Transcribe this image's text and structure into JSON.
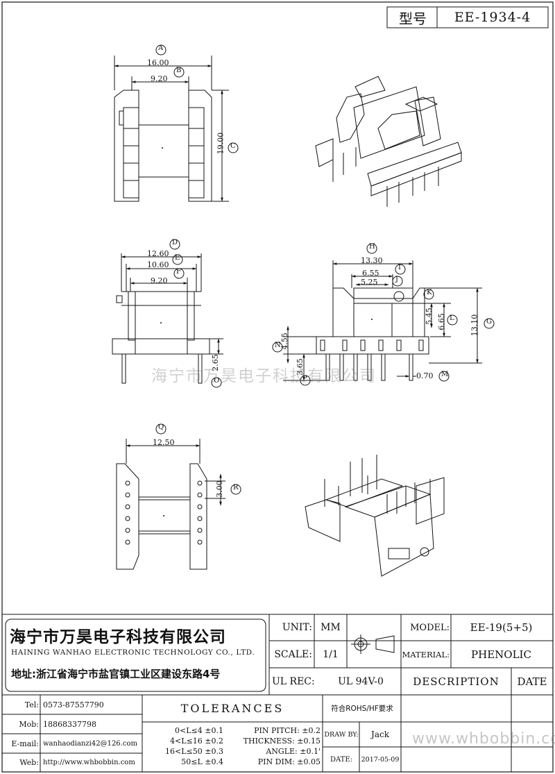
{
  "model_box": {
    "label": "型号",
    "value": "EE-1934-4"
  },
  "views": {
    "top": {
      "dims": [
        {
          "value": "16.00",
          "tag": "A"
        },
        {
          "value": "9.20",
          "tag": "B"
        },
        {
          "value": "19.00",
          "tag": "C"
        }
      ]
    },
    "front": {
      "dims": [
        {
          "value": "12.60",
          "tag": "D"
        },
        {
          "value": "10.60",
          "tag": "E"
        },
        {
          "value": "9.20",
          "tag": "F"
        },
        {
          "value": "2.65",
          "tag": "O"
        }
      ]
    },
    "side": {
      "dims": [
        {
          "value": "13.30",
          "tag": "H"
        },
        {
          "value": "6.55",
          "tag": "I"
        },
        {
          "value": "5.25",
          "tag": "J"
        },
        {
          "value": "5.45",
          "tag": "K"
        },
        {
          "value": "6.65",
          "tag": "L"
        },
        {
          "value": "13.10",
          "tag": "G"
        },
        {
          "value": "4.55",
          "tag": "N"
        },
        {
          "value": "3.65",
          "tag": "P"
        },
        {
          "value": "0.70",
          "tag": "M"
        }
      ]
    },
    "bottom": {
      "dims": [
        {
          "value": "12.50",
          "tag": "Q"
        },
        {
          "value": "3.00",
          "tag": "R"
        }
      ]
    }
  },
  "watermark_center": "海宁市万昊电子科技有限公司",
  "watermark_footer": "www.whbobbin.com",
  "company": {
    "name_cn": "海宁市万昊电子科技有限公司",
    "name_en": "HAINING WANHAO ELECTRONIC TECHNOLOGY CO., LTD.",
    "address": "地址:浙江省海宁市盐官镇工业区建设东路4号"
  },
  "contacts": [
    {
      "label": "Tel:",
      "value": "0573-87557790"
    },
    {
      "label": "Mob:",
      "value": "18868337798"
    },
    {
      "label": "E-mail:",
      "value": "wanhaodianzi42@126.com"
    },
    {
      "label": "Web:",
      "value": "http://www.whbobbin.com"
    }
  ],
  "spec": {
    "unit_label": "UNIT:",
    "unit_value": "MM",
    "scale_label": "SCALE:",
    "scale_value": "1/1",
    "ulrec_label": "UL REC:",
    "ulrec_value": "UL 94V-0",
    "model_label": "MODEL:",
    "model_value": "EE-19(5+5)",
    "material_label": "MATERIAL:",
    "material_value": "PHENOLIC",
    "description_label": "DESCRIPTION",
    "date_header": "DATE",
    "rohs": "符合ROHS/HF要求",
    "drawby_label": "DRAW BY:",
    "drawby_value": "Jack",
    "date_label": "DATE:",
    "date_value": "2017-05-09"
  },
  "tolerances": {
    "title": "TOLERANCES",
    "left": [
      "0<L≤4 ±0.1",
      "4<L≤16 ±0.2",
      "16<L≤50 ±0.3",
      "50≤L ±0.4"
    ],
    "right": [
      "PIN PITCH: ±0.2",
      "THICKNESS: ±0.15",
      "ANGLE: ±0.1'",
      "PIN DIM: ±0.05"
    ]
  }
}
